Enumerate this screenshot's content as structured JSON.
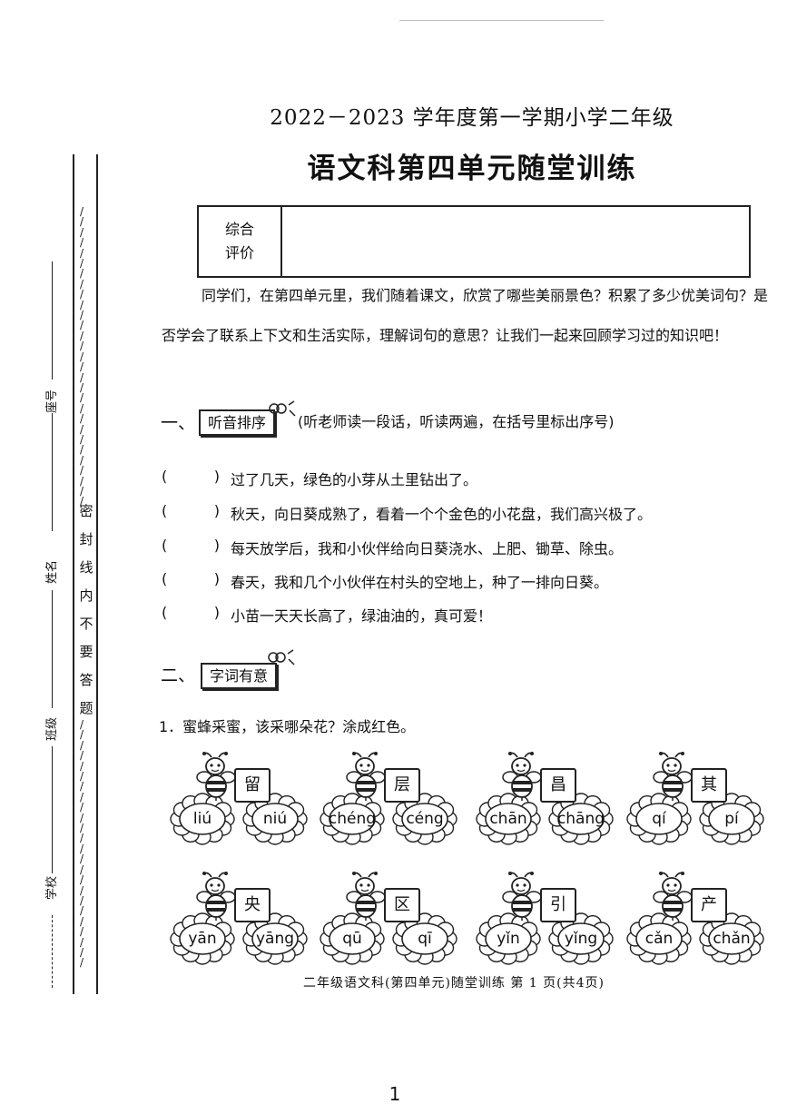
{
  "header": {
    "title_line1": "2022－2023 学年度第一学期小学二年级",
    "title_line2": "语文科第四单元随堂训练"
  },
  "evaluation": {
    "label_line1": "综合",
    "label_line2": "评价"
  },
  "margin": {
    "fields": [
      "座号",
      "姓名",
      "班级",
      "学校"
    ],
    "seal_text": [
      "密",
      "封",
      "线",
      "内",
      "不",
      "要",
      "答",
      "题"
    ]
  },
  "intro": "同学们，在第四单元里，我们随着课文，欣赏了哪些美丽景色？积累了多少优美词句？是否学会了联系上下文和生活实际，理解词句的意思？让我们一起来回顾学习过的知识吧！",
  "section1": {
    "number": "一、",
    "title": "听音排序",
    "note": "(听老师读一段话，听读两遍，在括号里标出序号)",
    "items": [
      "过了几天，绿色的小芽从土里钻出了。",
      "秋天，向日葵成熟了，看着一个个金色的小花盘，我们高兴极了。",
      "每天放学后，我和小伙伴给向日葵浇水、上肥、锄草、除虫。",
      "春天，我和几个小伙伴在村头的空地上，种了一排向日葵。",
      "小苗一天天长高了，绿油油的，真可爱！"
    ]
  },
  "section2": {
    "number": "二、",
    "title": "字词有意",
    "question1": "1．蜜蜂采蜜，该采哪朵花？涂成红色。",
    "groups": [
      {
        "char": "留",
        "left": "liú",
        "right": "niú"
      },
      {
        "char": "层",
        "left": "chéng",
        "right": "céng"
      },
      {
        "char": "昌",
        "left": "chān",
        "right": "chāng"
      },
      {
        "char": "其",
        "left": "qí",
        "right": "pí"
      },
      {
        "char": "央",
        "left": "yān",
        "right": "yāng"
      },
      {
        "char": "区",
        "left": "qū",
        "right": "qī"
      },
      {
        "char": "引",
        "left": "yǐn",
        "right": "yǐng"
      },
      {
        "char": "产",
        "left": "cǎn",
        "right": "chǎn"
      }
    ]
  },
  "footer": "二年级语文科(第四单元)随堂训练 第  1  页(共4页)",
  "page_number": "1"
}
